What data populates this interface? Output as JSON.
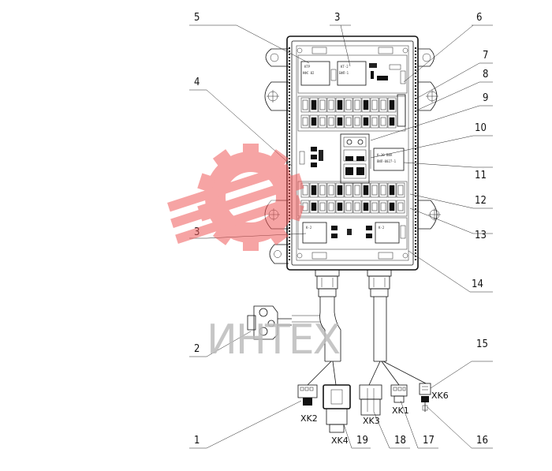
{
  "diagram": {
    "callouts": [
      "1",
      "2",
      "3",
      "3",
      "4",
      "5",
      "6",
      "7",
      "8",
      "9",
      "10",
      "11",
      "12",
      "13",
      "14",
      "15",
      "16",
      "17",
      "18",
      "19"
    ],
    "connectors": [
      "XK2",
      "XK4",
      "XK3",
      "XK1",
      "XK6"
    ],
    "module_labels": [
      "КТР",
      "КТ-2",
      "К-2",
      "К-2"
    ],
    "relay_labels": [
      "КФС 02",
      "БФП-1"
    ],
    "watermark_text": "ИНТЕХ"
  },
  "colors": {
    "line": "#111111",
    "watermark_red": "#f05a5a",
    "watermark_gray": "#bdbdbd"
  }
}
